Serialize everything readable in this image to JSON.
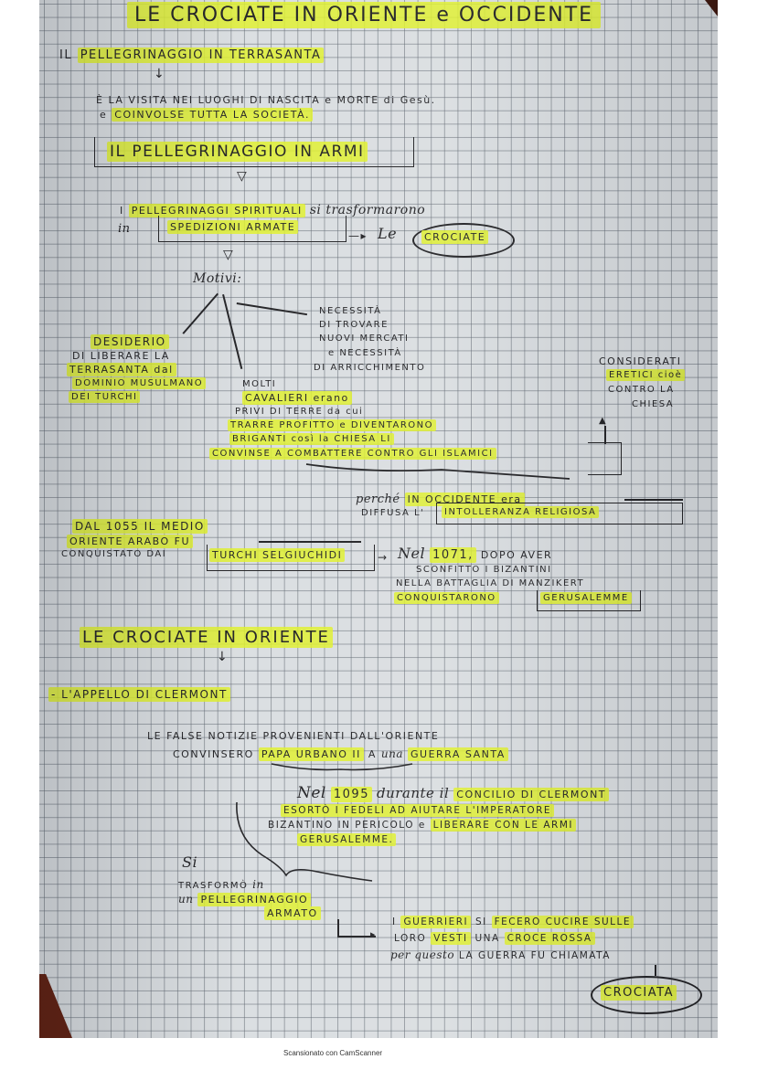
{
  "document": {
    "type": "handwritten notes on squared paper (scan)",
    "title": "LE CROCIATE IN ORIENTE e OCCIDENTE",
    "section1": {
      "heading_prefix": "IL",
      "heading": "PELLEGRINAGGIO IN TERRASANTA",
      "line1": "È LA VISITA NEI LUOGHI DI NASCITA e MORTE di Gesù.",
      "line2_prefix": "e",
      "line2": "COINVOLSE TUTTA LA SOCIETÀ."
    },
    "section2": {
      "heading": "IL PELLEGRINAGGIO IN ARMI",
      "line1_prefix": "I",
      "line1_hl": "PELLEGRINAGGI SPIRITUALI",
      "line1_rest": "si trasformarono",
      "line2_prefix": "in",
      "line2_box": "SPEDIZIONI ARMATE",
      "arrow_label": "Le",
      "circled": "CROCIATE"
    },
    "motivi": {
      "label": "Motivi:",
      "left": [
        "DESIDERIO",
        "DI LIBERARE LA",
        "TERRASANTA dal",
        "DOMINIO MUSULMANO",
        "DEI TURCHI"
      ],
      "right": [
        "NECESSITÀ",
        "DI TROVARE",
        "NUOVI MERCATI",
        "e NECESSITÀ",
        "DI ARRICCHIMENTO"
      ],
      "middle": [
        "MOLTI",
        "CAVALIERI erano",
        "PRIVI DI TERRE da cui",
        "TRARRE PROFITTO e DIVENTARONO",
        "BRIGANTI così la CHIESA LI",
        "CONVINSE A COMBATTERE CONTRO GLI ISLAMICI"
      ],
      "side_note": [
        "CONSIDERATI",
        "ERETICI cioè",
        "CONTRO LA",
        "CHIESA"
      ]
    },
    "intolleranza": {
      "line1_script": "perché",
      "line1": "IN OCCIDENTE era",
      "line2": "DIFFUSA L'",
      "line2_box": "INTOLLERANZA RELIGIOSA"
    },
    "turchi": {
      "left": [
        "DAL 1055 IL MEDIO",
        "ORIENTE ARABO FU",
        "CONQUISTATO DAI"
      ],
      "left_box": "TURCHI SELGIUCHIDI",
      "right_script": "Nel",
      "right_year": "1071,",
      "right_rest": "DOPO AVER",
      "right": [
        "SCONFITTO I BIZANTINI",
        "NELLA BATTAGLIA DI MANZIKERT",
        "CONQUISTARONO"
      ],
      "right_box": "GERUSALEMME"
    },
    "section3": {
      "heading": "LE CROCIATE IN ORIENTE",
      "sub": "- L'APPELLO DI CLERMONT",
      "line1": "LE FALSE NOTIZIE PROVENIENTI DALL'ORIENTE",
      "line2_a": "CONVINSERO",
      "line2_hl": "PAPA URBANO II",
      "line2_b": "A",
      "line2_script": "una",
      "line2_hl2": "GUERRA SANTA",
      "p2_script": "Nel",
      "p2_year": "1095",
      "p2_script2": "durante il",
      "p2_hl": "CONCILIO DI CLERMONT",
      "p2_line2": "ESORTÒ I FEDELI AD AIUTARE L'IMPERATORE",
      "p2_line3_a": "BIZANTINO IN PERICOLO e",
      "p2_line3_hl": "LIBERARE CON LE ARMI",
      "p2_line4": "GERUSALEMME.",
      "left_note_script": "Si",
      "left_note_1": "TRASFORMÒ",
      "left_note_1s": "in",
      "left_note_2s": "un",
      "left_note_2": "PELLEGRINAGGIO",
      "left_note_3": "ARMATO",
      "p3_line1_a": "I",
      "p3_line1_hl": "GUERRIERI",
      "p3_line1_b": "SI",
      "p3_line1_hl2": "FECERO CUCIRE SULLE",
      "p3_line2_a": "LORO",
      "p3_line2_hl": "VESTI",
      "p3_line2_b": "UNA",
      "p3_line2_hl2": "CROCE ROSSA",
      "p3_line3_script": "per questo",
      "p3_line3": "LA GUERRA FU CHIAMATA",
      "circled": "CROCIATA"
    }
  },
  "footer": {
    "text": "Scansionato con CamScanner"
  },
  "colors": {
    "highlighter": "#def028",
    "ink": "#1c1c1f",
    "grid_paper": "#d9dde0",
    "page_bg": "#ffffff"
  }
}
